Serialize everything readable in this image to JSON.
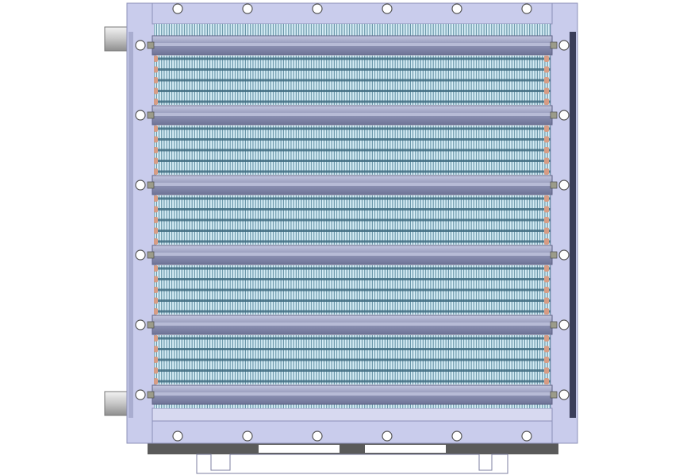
{
  "image": {
    "subject": "heat-exchanger-coil-cad-render",
    "colors": {
      "background": "#ffffff",
      "frame": "#c9ccec",
      "frame_edge": "#8c90b8",
      "bar": "#8d92b4",
      "bar_light": "#b7bbd6",
      "fin_light": "#d8eef6",
      "fin_dark": "#3f6b80",
      "tube_end": "#d79c84",
      "pipe": "#c8c8c8",
      "hole": "#ffffff",
      "foot": "#5a5a5a"
    },
    "fin_band_count": 5,
    "top_hole_count": 6,
    "bottom_hole_count": 6,
    "side_bolt_count": 6,
    "inlet_outlet_pipe_count": 2
  }
}
